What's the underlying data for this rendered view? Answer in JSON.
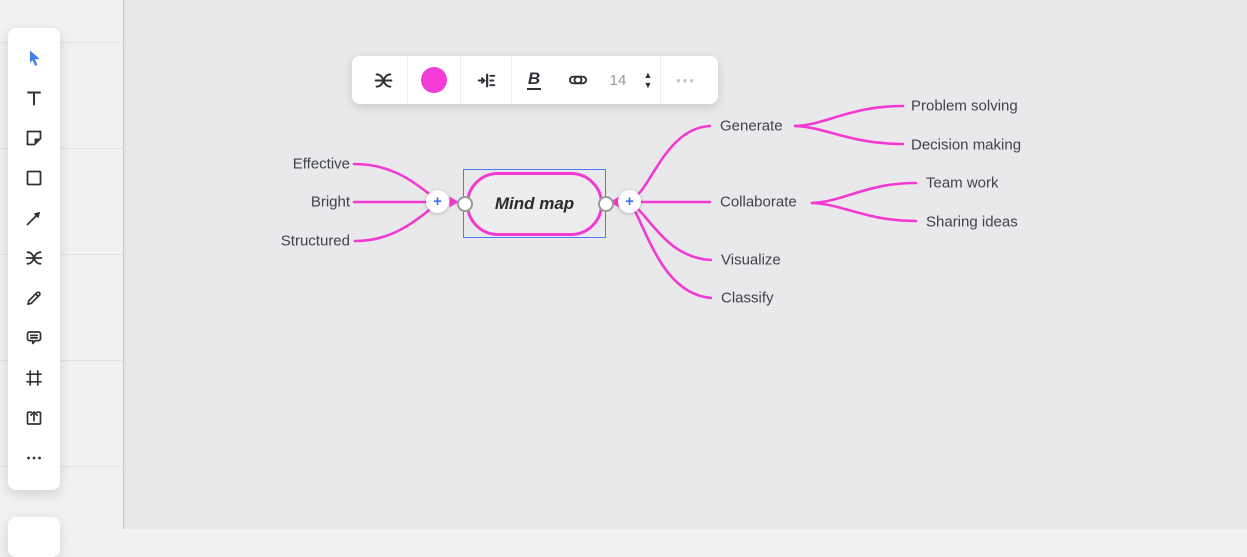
{
  "left_toolbar": {
    "tools": [
      "select-cursor",
      "text",
      "sticky-note",
      "shape",
      "arrow",
      "mind-map",
      "pen",
      "comment",
      "frame",
      "upload",
      "more"
    ]
  },
  "floating_toolbar": {
    "icons": [
      "mind-map",
      "color-swatch",
      "indent-layout",
      "bold",
      "link"
    ],
    "bold_label": "B",
    "font_size": "14",
    "stepper_up": "▲",
    "stepper_down": "▼",
    "more_label": "•••"
  },
  "mindmap": {
    "add_button_label": "+",
    "root": {
      "label": "Mind map"
    },
    "left_branches": [
      {
        "label": "Effective"
      },
      {
        "label": "Bright"
      },
      {
        "label": "Structured"
      }
    ],
    "right_branches": [
      {
        "label": "Generate",
        "children": [
          {
            "label": "Problem solving"
          },
          {
            "label": "Decision making"
          }
        ]
      },
      {
        "label": "Collaborate",
        "children": [
          {
            "label": "Team work"
          },
          {
            "label": "Sharing ideas"
          }
        ]
      },
      {
        "label": "Visualize",
        "children": []
      },
      {
        "label": "Classify",
        "children": []
      }
    ],
    "colors": {
      "branch": "#f23ad2",
      "accent_blue": "#3673e8",
      "selection_blue": "#4d7cf0"
    }
  }
}
